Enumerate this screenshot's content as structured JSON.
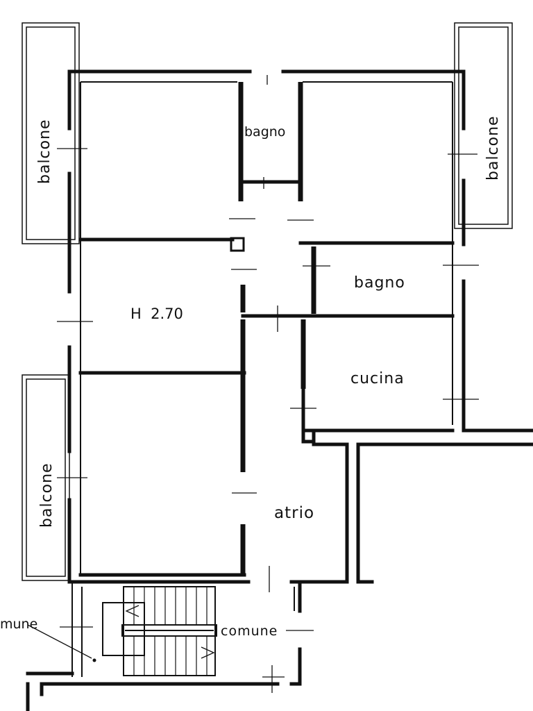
{
  "plan": {
    "rooms": {
      "bagno_top": "bagno",
      "bagno_right": "bagno",
      "cucina": "cucina",
      "atrio": "atrio",
      "height": "H  2.70"
    },
    "balconies": {
      "top_left": "balcone",
      "top_right": "balcone",
      "bottom_left": "balcone"
    },
    "common": {
      "stair_label": "comune",
      "left_label": "mune"
    }
  }
}
